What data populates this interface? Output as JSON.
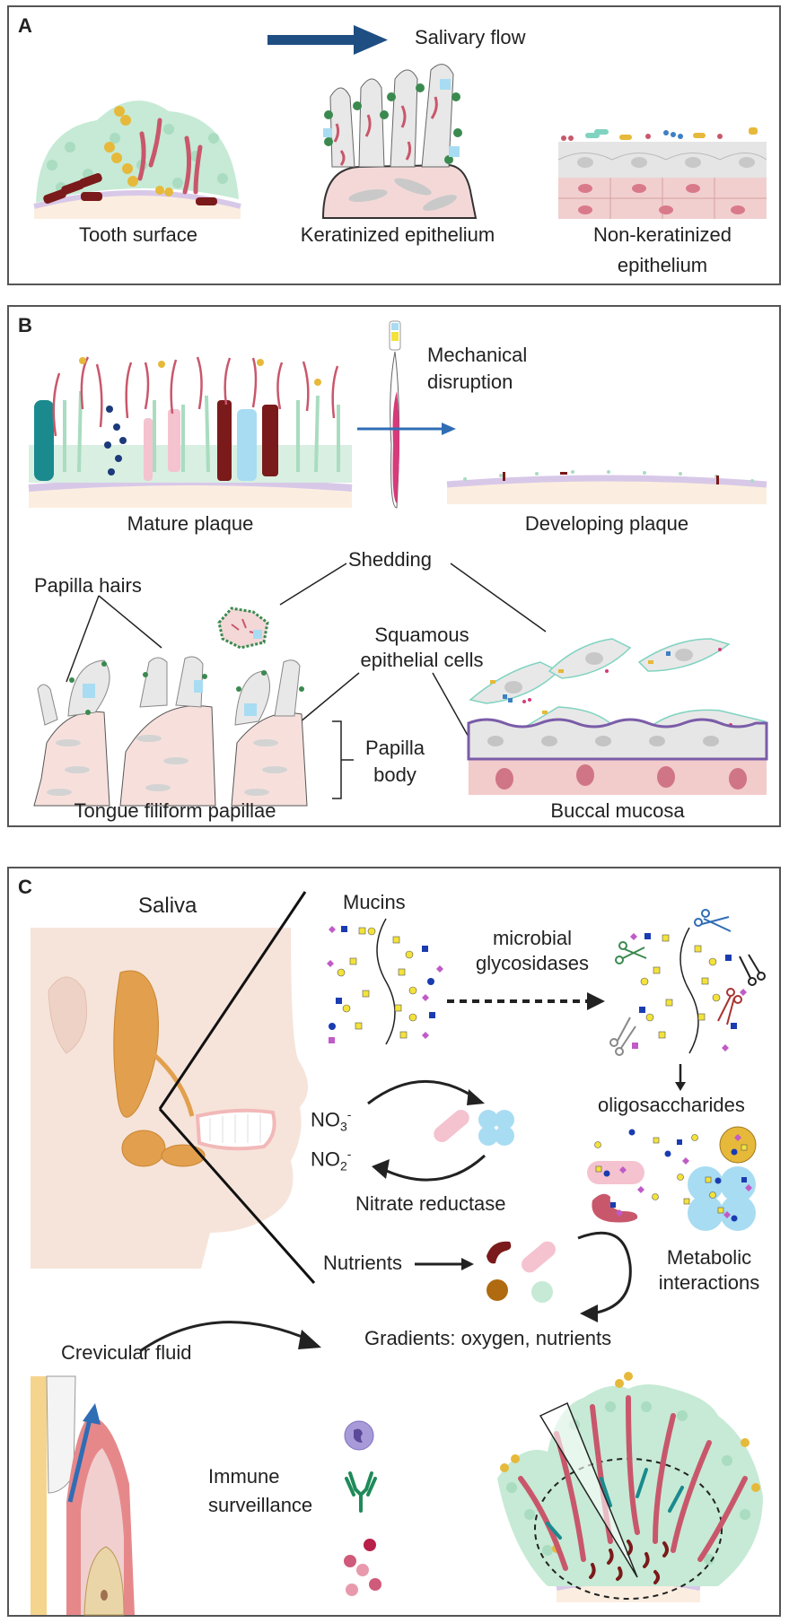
{
  "colors": {
    "panel_border": "#555555",
    "flow_arrow": "#1f4e82",
    "blue_arrow": "#2f6db5",
    "commensal_green": "#a9dcc0",
    "dark_green": "#3a8a4f",
    "yellow": "#e6b93a",
    "rod_pink": "#c9576b",
    "dark_red": "#7a1a1a",
    "light_blue": "#a8dcf2",
    "navy": "#1d3b7a",
    "teal": "#1a8a8f",
    "light_pink": "#f4c3cf",
    "epithelium_grey": "#e5e5e5",
    "tissue_pink": "#f1cfcf",
    "glycan_yellow": "#f3e23a",
    "glycan_blue": "#1a3cb0",
    "glycan_purple": "#c05bc7",
    "skin": "#f4e2d8",
    "gland_orange": "#e2a04e"
  },
  "panelA": {
    "label": "A",
    "flow_label": "Salivary flow",
    "sites": [
      "Tooth surface",
      "Keratinized epithelium",
      "Non-keratinized",
      "epithelium"
    ]
  },
  "panelB": {
    "label": "B",
    "mature_plaque": "Mature plaque",
    "mechanical_line1": "Mechanical",
    "mechanical_line2": "disruption",
    "developing_plaque": "Developing plaque",
    "shedding": "Shedding",
    "papilla_hairs": "Papilla hairs",
    "squamous_line1": "Squamous",
    "squamous_line2": "epithelial cells",
    "papilla_body_line1": "Papilla",
    "papilla_body_line2": "body",
    "tongue": "Tongue filiform papillae",
    "buccal": "Buccal mucosa"
  },
  "panelC": {
    "label": "C",
    "saliva": "Saliva",
    "mucins": "Mucins",
    "glycosidases_line1": "microbial",
    "glycosidases_line2": "glycosidases",
    "oligosaccharides": "oligosaccharides",
    "no3": "NO",
    "no3_sub": "3",
    "no3_sup": "-",
    "no2": "NO",
    "no2_sub": "2",
    "no2_sup": "-",
    "nitrate_reductase": "Nitrate reductase",
    "nutrients": "Nutrients",
    "metabolic_line1": "Metabolic",
    "metabolic_line2": "interactions",
    "crevicular": "Crevicular fluid",
    "gradients": "Gradients: oxygen, nutrients",
    "immune_line1": "Immune",
    "immune_line2": "surveillance"
  }
}
